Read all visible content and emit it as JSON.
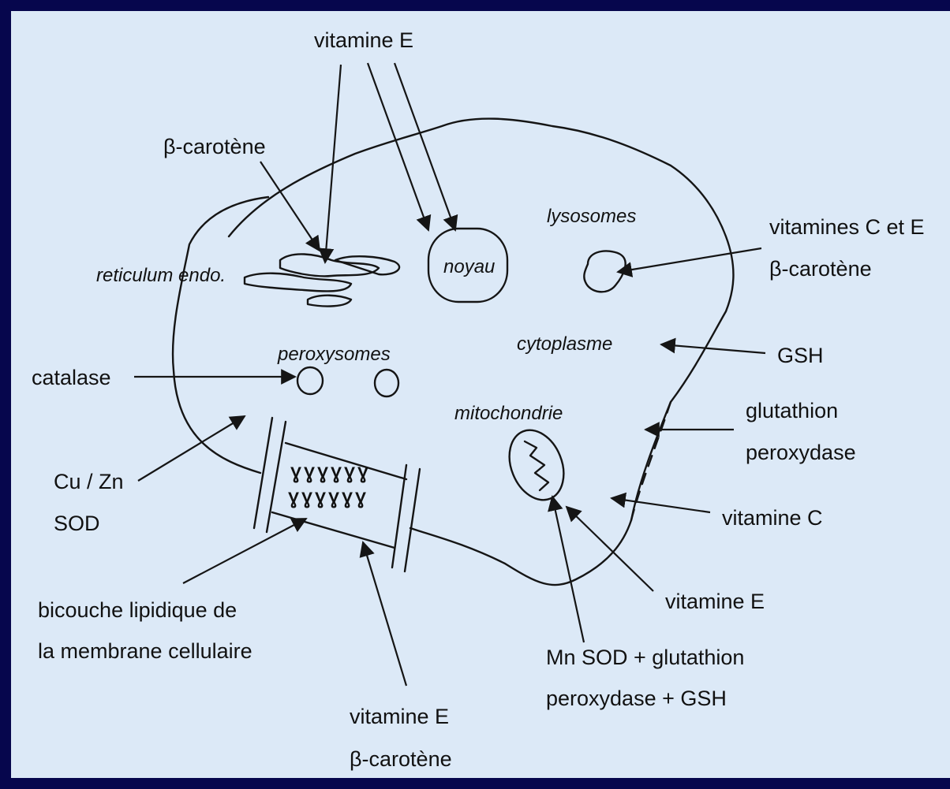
{
  "colors": {
    "frame": "#06064d",
    "panel": "#dce9f7",
    "ink": "#151515"
  },
  "organelles": {
    "reticulum": "reticulum endo.",
    "noyau": "noyau",
    "lysosomes": "lysosomes",
    "peroxysomes": "peroxysomes",
    "cytoplasme": "cytoplasme",
    "mitochondrie": "mitochondrie"
  },
  "labels": {
    "vitamine_e_top": "vitamine E",
    "beta_carotene_top": "β-carotène",
    "vitamines_c_e": "vitamines C et E",
    "beta_carotene_right": "β-carotène",
    "gsh": "GSH",
    "catalase": "catalase",
    "glutathion": "glutathion",
    "peroxydase": "peroxydase",
    "cuzn": "Cu / Zn",
    "sod": "SOD",
    "vitamine_c": "vitamine C",
    "bicouche_1": "bicouche lipidique de",
    "bicouche_2": "la membrane cellulaire",
    "vitamine_e_mito": "vitamine E",
    "mnsod_1": "Mn SOD + glutathion",
    "mnsod_2": "peroxydase + GSH",
    "vitamine_e_bottom": "vitamine E",
    "beta_carotene_bottom": "β-carotène"
  }
}
